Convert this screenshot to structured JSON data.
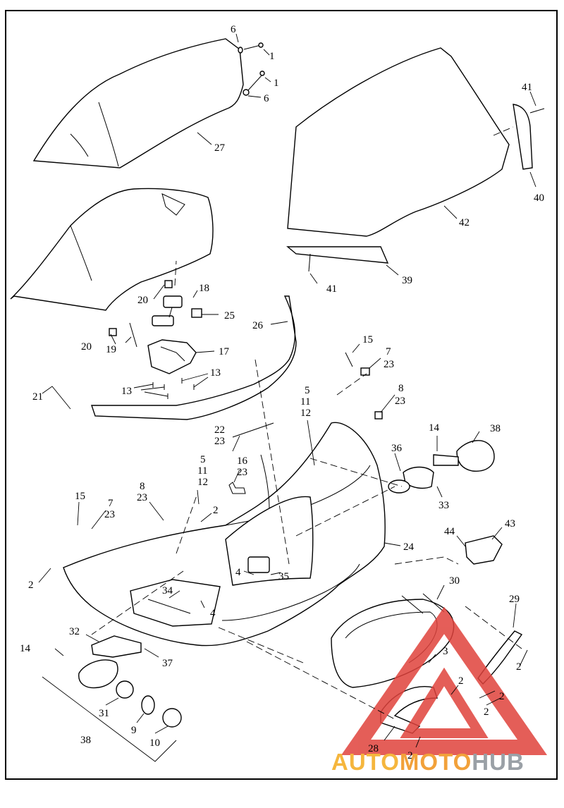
{
  "watermark": {
    "part1": "AUTO",
    "part2": "MOTO",
    "part3": "HUB",
    "color_auto": "#f5b63d",
    "color_hub": "#9aa0a6",
    "logo_color": "#e0423c"
  },
  "labels": {
    "l6a": "6",
    "l1a": "1",
    "l1b": "1",
    "l6b": "6",
    "l27": "27",
    "l41a": "41",
    "l40": "40",
    "l42": "42",
    "l39": "39",
    "l41b": "41",
    "l18": "18",
    "l20a": "20",
    "l25": "25",
    "l26": "26",
    "l20b": "20",
    "l19": "19",
    "l17": "17",
    "l13a": "13",
    "l13b": "13",
    "l21": "21",
    "l15a": "15",
    "l7a": "7",
    "l23a": "23",
    "l5a": "5",
    "l11a": "11",
    "l12a": "12",
    "l8a": "8",
    "l23b": "23",
    "l14a": "14",
    "l38a": "38",
    "l36": "36",
    "l33": "33",
    "l22": "22",
    "l23c": "23",
    "l16": "16",
    "l23d": "23",
    "l5b": "5",
    "l11b": "11",
    "l12b": "12",
    "l8b": "8",
    "l23e": "23",
    "l2a": "2",
    "l15b": "15",
    "l7b": "7",
    "l23f": "23",
    "l24": "24",
    "l43": "43",
    "l44": "44",
    "l2b": "2",
    "l4a": "4",
    "l35": "35",
    "l34": "34",
    "l4b": "4",
    "l30": "30",
    "l29": "29",
    "l32": "32",
    "l37": "37",
    "l14b": "14",
    "l3": "3",
    "l2c": "2",
    "l2d": "2",
    "l2e": "2",
    "l2f": "2",
    "l31": "31",
    "l9": "9",
    "l10": "10",
    "l38b": "38",
    "l28": "28",
    "l2g": "2"
  }
}
